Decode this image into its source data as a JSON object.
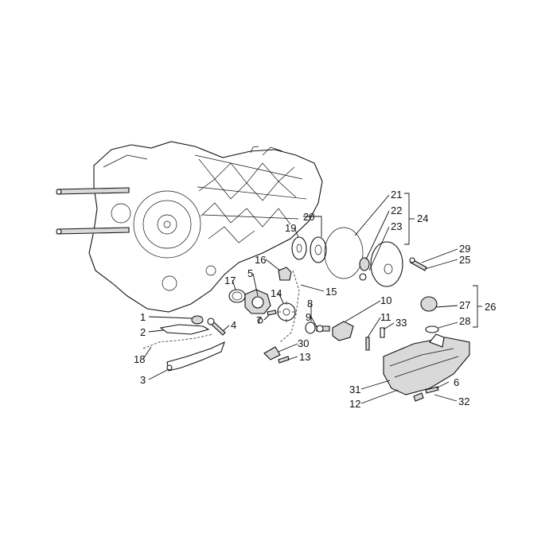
{
  "diagram": {
    "callouts": {
      "c1": "1",
      "c2": "2",
      "c3": "3",
      "c4": "4",
      "c5": "5",
      "c6": "6",
      "c7": "7",
      "c8": "8",
      "c9": "9",
      "c10": "10",
      "c11": "11",
      "c12": "12",
      "c13": "13",
      "c14": "14",
      "c15": "15",
      "c16": "16",
      "c17": "17",
      "c18": "18",
      "c19": "19",
      "c20": "20",
      "c21": "21",
      "c22": "22",
      "c23": "23",
      "c24": "24",
      "c25": "25",
      "c26": "26",
      "c27": "27",
      "c28": "28",
      "c29": "29",
      "c30": "30",
      "c31": "31",
      "c32": "32",
      "c33": "33"
    }
  }
}
